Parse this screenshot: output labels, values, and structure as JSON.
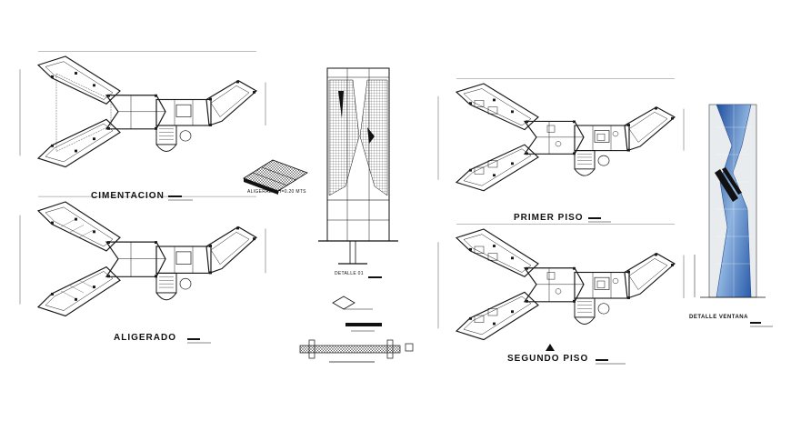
{
  "labels": {
    "cimentacion": "CIMENTACION",
    "aligerado": "ALIGERADO",
    "primer_piso": "PRIMER PISO",
    "segundo_piso": "SEGUNDO PISO",
    "detalle_ventana": "DETALLE VENTANA",
    "aligerado_detail": "ALIGERADO H=0.20 MTS",
    "detalle_column": "DETALLE 01"
  },
  "colors": {
    "line": "#1a1a1a",
    "window_blue": "#3d6fb8",
    "window_light": "#cfe0f2",
    "background": "#ffffff"
  }
}
